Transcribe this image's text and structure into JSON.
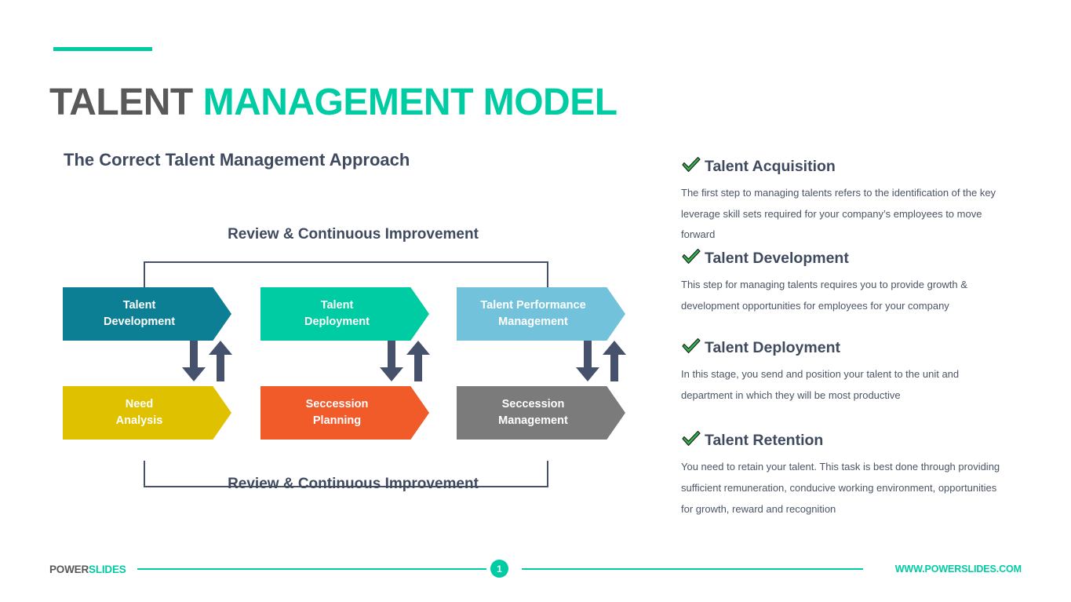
{
  "header": {
    "title_part1": "TALENT ",
    "title_part2": "MANAGEMENT MODEL",
    "subtitle": "The Correct Talent Management Approach",
    "accent_color": "#00CCA3",
    "title_dark_color": "#595959"
  },
  "diagram": {
    "review_top_label": "Review & Continuous Improvement",
    "review_bottom_label": "Review & Continuous Improvement",
    "connector_color": "#46526B",
    "arrow_color": "#46526B",
    "top_row": [
      {
        "label_line1": "Talent",
        "label_line2": "Development",
        "color": "#0C7F94"
      },
      {
        "label_line1": "Talent",
        "label_line2": "Deployment",
        "color": "#00CCA3"
      },
      {
        "label_line1": "Talent Performance",
        "label_line2": "Management",
        "color": "#73C2DC"
      }
    ],
    "bottom_row": [
      {
        "label_line1": "Need",
        "label_line2": "Analysis",
        "color": "#E0C100"
      },
      {
        "label_line1": "Seccession",
        "label_line2": "Planning",
        "color": "#F15A29"
      },
      {
        "label_line1": "Seccession",
        "label_line2": "Management",
        "color": "#7B7B7B"
      }
    ]
  },
  "bullets": [
    {
      "icon": "check-icon",
      "title": "Talent Acquisition",
      "body": "The first step to managing talents refers to the identification of the key leverage skill sets required for your company’s employees to move forward"
    },
    {
      "icon": "check-icon",
      "title": "Talent Development",
      "body": "This step for managing talents requires you to provide growth & development opportunities for employees for your company"
    },
    {
      "icon": "check-icon",
      "title": "Talent Deployment",
      "body": "In this stage, you send and position your talent to the unit and department in which they will be most productive"
    },
    {
      "icon": "check-icon",
      "title": "Talent Retention",
      "body": "You need to retain your talent. This task is best done through providing sufficient remuneration, conducive working environment, opportunities for growth, reward and recognition"
    }
  ],
  "footer": {
    "brand_part1": "POWER",
    "brand_part2": "SLIDES",
    "page_number": "1",
    "site_url": "WWW.POWERSLIDES.COM",
    "accent_color": "#00CCA3"
  }
}
